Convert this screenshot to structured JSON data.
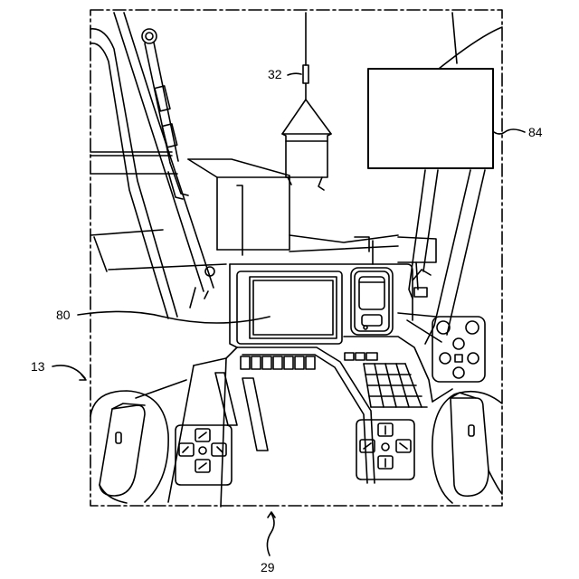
{
  "labels": {
    "ref_13": "13",
    "ref_29": "29",
    "ref_32": "32",
    "ref_80": "80",
    "ref_84": "84"
  },
  "colors": {
    "line": "#000000",
    "background": "#ffffff"
  }
}
